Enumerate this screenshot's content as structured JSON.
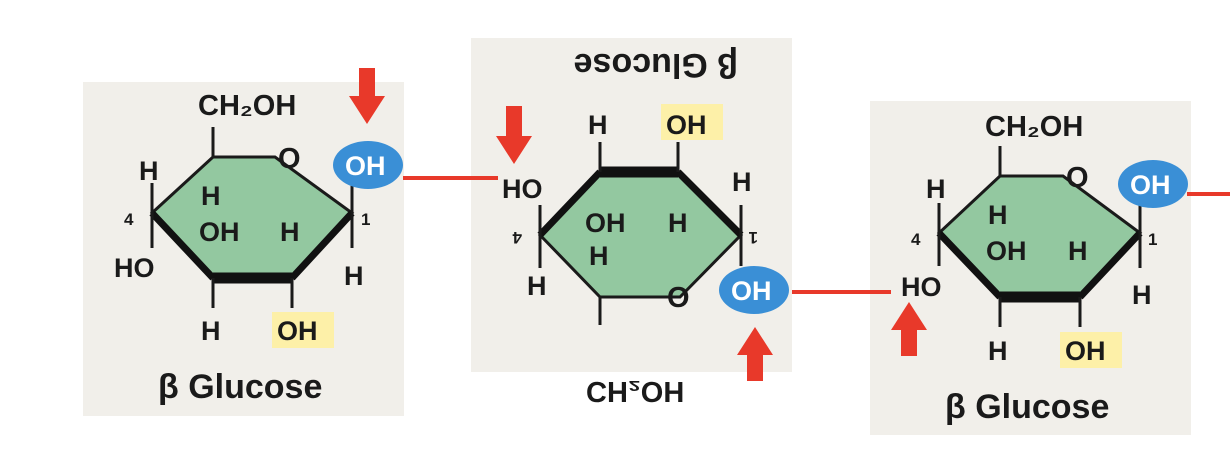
{
  "colors": {
    "panel_bg": "#f1efea",
    "ring_fill": "#93c8a0",
    "highlight_oh": "#fdf0a8",
    "oh_badge": "#3a8fd6",
    "arrow_red": "#e8392a",
    "bond_line": "#e8392a"
  },
  "molecules": [
    {
      "title": "β Glucose",
      "ch2oh": "CH₂OH",
      "ring_o": "O",
      "c1_label": "1",
      "c4_label": "4",
      "c4_substituent": "HO",
      "c1_oh": "OH",
      "c2_oh": "OH",
      "c3_oh": "OH",
      "h_label": "H"
    },
    {
      "title": "β Glucose",
      "ch2oh": "CH₂OH",
      "ring_o": "O",
      "c1_label": "1",
      "c4_label": "4",
      "c4_substituent": "HO",
      "c1_oh": "OH",
      "c2_oh": "OH",
      "c3_oh": "OH",
      "h_label": "H"
    },
    {
      "title": "β Glucose",
      "ch2oh": "CH₂OH",
      "ring_o": "O",
      "c1_label": "1",
      "c4_label": "4",
      "c4_substituent": "HO",
      "c1_oh": "OH",
      "c2_oh": "OH",
      "c3_oh": "OH",
      "h_label": "H"
    }
  ]
}
